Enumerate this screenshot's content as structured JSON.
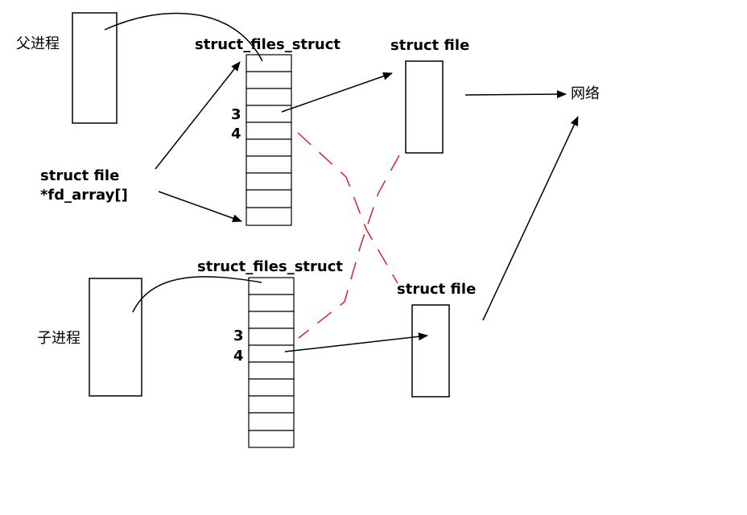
{
  "labels": {
    "parent_process": "父进程",
    "child_process": "子进程",
    "network": "网络",
    "parent_files_struct": "struct_files_struct",
    "child_files_struct": "struct_files_struct",
    "struct_file_top": "struct file",
    "struct_file_bottom": "struct file",
    "fd_array_line1": "struct file",
    "fd_array_line2": "*fd_array[]",
    "parent_fd3": "3",
    "parent_fd4": "4",
    "child_fd3": "3",
    "child_fd4": "4"
  },
  "colors": {
    "stroke": "#000000",
    "dashed": "#e0202a"
  }
}
